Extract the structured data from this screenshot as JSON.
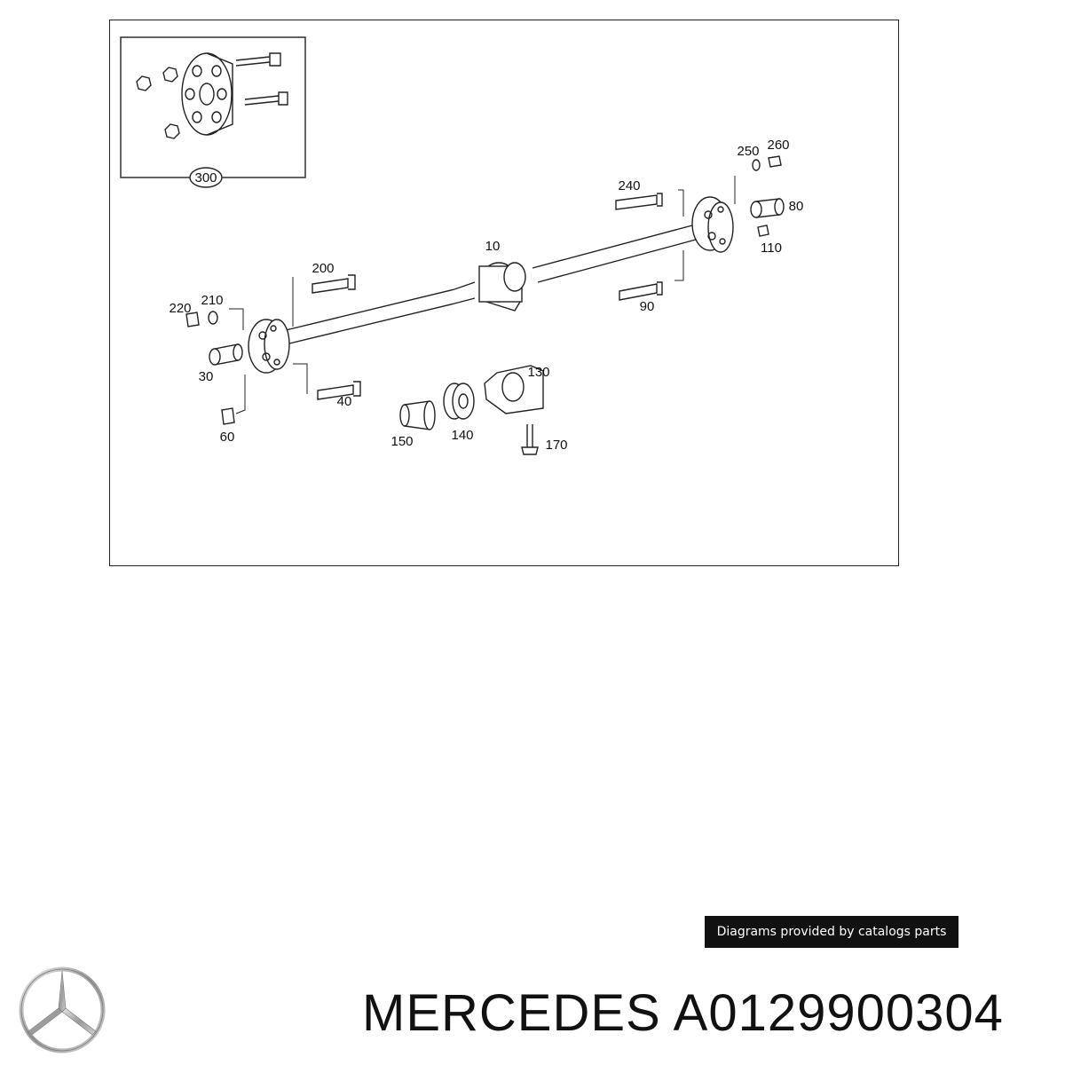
{
  "diagram": {
    "inset_label": "300",
    "callouts": {
      "c10": "10",
      "c30": "30",
      "c40": "40",
      "c60": "60",
      "c80": "80",
      "c90": "90",
      "c110": "110",
      "c130": "130",
      "c140": "140",
      "c150": "150",
      "c170": "170",
      "c200": "200",
      "c210": "210",
      "c220": "220",
      "c240": "240",
      "c250": "250",
      "c260": "260"
    }
  },
  "credit": {
    "text": "Diagrams provided by catalogs parts"
  },
  "footer": {
    "brand": "MERCEDES",
    "part_number": "A0129900304",
    "title": "MERCEDES A0129900304"
  },
  "icons": {
    "brand_logo": "mercedes-star-icon"
  }
}
